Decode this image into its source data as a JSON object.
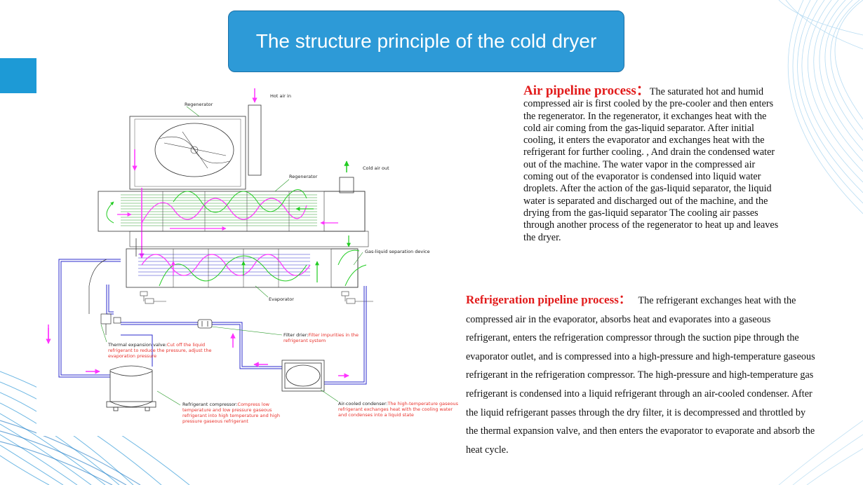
{
  "title": "The structure principle of the cold dryer",
  "diagram": {
    "labels": {
      "hot_air_in": "Hot air in",
      "regenerator_top": "Regenerator",
      "cold_air_out": "Cold air out",
      "regenerator_mid": "Regenerator",
      "gas_liquid": "Gas-liquid separation device",
      "evaporator": "Evaporator",
      "filter_drier_name": "Filter drier:",
      "filter_drier_desc": "Filter impurities in the refrigerant system",
      "txv_name": "Thermal expansion valve:",
      "txv_desc": "Cut off the liquid refrigerant to reduce the pressure, adjust the evaporation pressure",
      "compressor_name": "Refrigerant compressor:",
      "compressor_desc": "Compress low temperature and low pressure gaseous refrigerant into high temperature and high pressure gaseous refrigerant",
      "condenser_name": "Air-cooled condenser:",
      "condenser_desc": "The high-temperature gaseous refrigerant exchanges heat with the cooling water and condenses into a liquid state"
    },
    "colors": {
      "air_flow": "#ff33ff",
      "cold_flow": "#33dd33",
      "refrigerant_line": "#2b2bcc",
      "annotation": "#e8302a"
    }
  },
  "air_pipeline": {
    "heading": "Air pipeline process：",
    "body": "The saturated hot and humid compressed air is first cooled by the pre-cooler and then enters the regenerator. In the regenerator, it exchanges heat with the cold air coming from the gas-liquid separator. After initial cooling, it enters the evaporator and exchanges heat with the refrigerant for further cooling. , And drain the condensed water out of the machine. The water vapor in the compressed air coming out of the evaporator is condensed into liquid water droplets. After the action of the gas-liquid separator, the liquid water is separated and discharged out of the machine, and the drying from the gas-liquid separator The cooling air passes through another process of the regenerator to heat up and leaves the dryer."
  },
  "refrigeration_pipeline": {
    "heading": "Refrigeration pipeline process：",
    "body": "The refrigerant exchanges heat with the compressed air in the evaporator, absorbs heat and evaporates into a gaseous refrigerant, enters the refrigeration compressor through the suction pipe through the evaporator outlet, and is compressed into a high-pressure and high-temperature gaseous refrigerant in the refrigeration compressor. The high-pressure and high-temperature gas refrigerant is condensed into a liquid refrigerant through an air-cooled condenser. After the liquid refrigerant passes through the dry filter, it is decompressed and throttled by the thermal expansion valve, and then enters the evaporator to evaporate and absorb the heat cycle."
  }
}
